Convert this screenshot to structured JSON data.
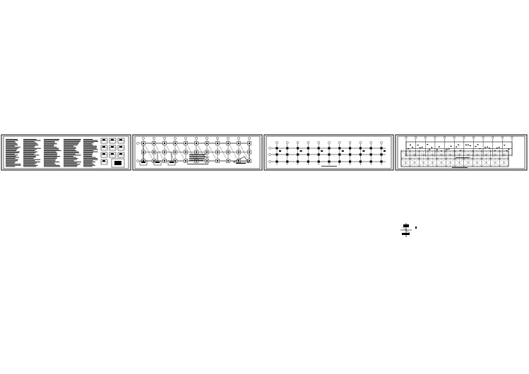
{
  "drawing": {
    "background": "#ffffff",
    "line_color": "#000000",
    "sheet_count": 4,
    "sheets": [
      {
        "kind": "general-notes-and-details"
      },
      {
        "kind": "foundation-plan-with-details"
      },
      {
        "kind": "column-grid-plan"
      },
      {
        "kind": "beam-plan-and-slab-plan"
      }
    ],
    "detached_symbol": {
      "kind": "column-detail-fragment"
    }
  }
}
